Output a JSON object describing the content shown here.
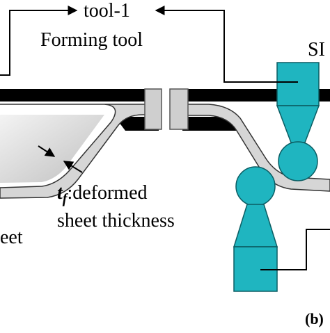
{
  "labels": {
    "tool_top": "tool-1",
    "forming_tool": "Forming tool",
    "right_cut": "SI",
    "thickness_symbol": "t",
    "thickness_subscript": "f",
    "thickness_desc": ":deformed",
    "thickness_desc2": "sheet thickness",
    "left_cut": "eet",
    "panel_tag": "(b)"
  },
  "colors": {
    "tool": "#1fb5c0",
    "tool_stroke": "#0b5d63",
    "sheet_fill": "#d9d9d9",
    "black_band": "#000000"
  }
}
